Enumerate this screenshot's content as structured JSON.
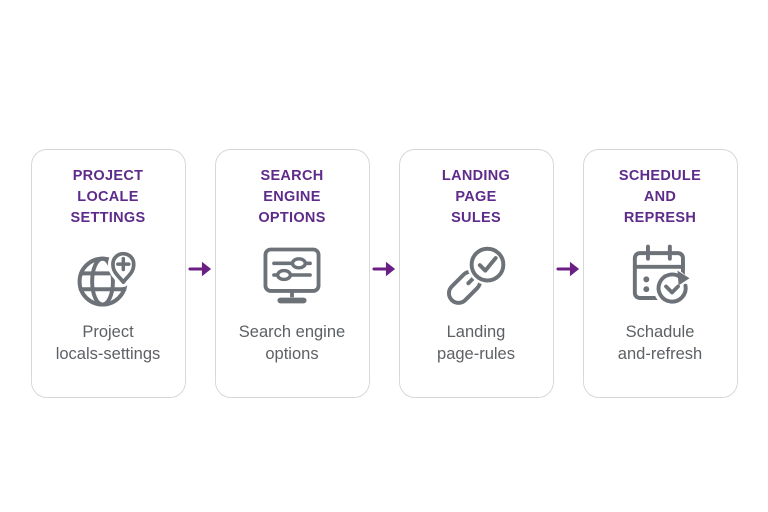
{
  "colors": {
    "title": "#5e2b8a",
    "arrow": "#6b1f85",
    "icon": "#6c7277",
    "subtitle": "#5d6165",
    "card-border": "#d8d8d8"
  },
  "flow": {
    "steps": [
      {
        "title": "PROJECT\nLOCALE\nSETTINGS",
        "icon": "globe-location-pin-icon",
        "subtitle": "Project\nlocals-settings"
      },
      {
        "title": "SEARCH\nENGINE\nOPTIONS",
        "icon": "monitor-sliders-icon",
        "subtitle": "Search engine\noptions"
      },
      {
        "title": "LANDING\nPAGE\nSULES",
        "icon": "link-check-icon",
        "subtitle": "Landing\npage-rules"
      },
      {
        "title": "SCHEDULE\nAND\nREPRESH",
        "icon": "calendar-refresh-icon",
        "subtitle": "Schadule\nand-refresh"
      }
    ]
  }
}
